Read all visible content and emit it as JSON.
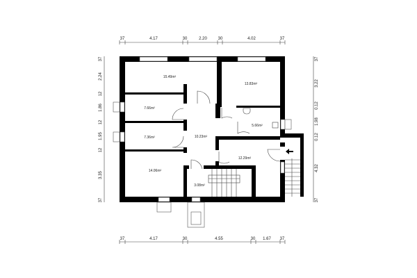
{
  "dimensions": {
    "top": [
      "37",
      "4.17",
      "30",
      "2.20",
      "30",
      "4.02",
      "37"
    ],
    "bottom": [
      "37",
      "4.17",
      "30",
      "4.55",
      "30",
      "1.67",
      "37"
    ],
    "left": [
      "37",
      "2.24",
      "12",
      "1.86",
      "12",
      "1.95",
      "12",
      "3.35",
      "37"
    ],
    "right": [
      "37",
      "3.22",
      "0.12",
      "1.98",
      "0.12",
      "4.32",
      "37"
    ]
  },
  "rooms": [
    {
      "area": "15.49m²"
    },
    {
      "area": "13.83m²"
    },
    {
      "area": "7.66m²"
    },
    {
      "area": "7.36m²"
    },
    {
      "area": "10.23m²"
    },
    {
      "area": "5.66m²"
    },
    {
      "area": "12.29m²"
    },
    {
      "area": "14.06m²"
    },
    {
      "area": "3.08m²"
    }
  ],
  "icons": [
    "entrance-arrow-icon",
    "stair-icon",
    "toilet-icon",
    "door-icon",
    "window-icon"
  ]
}
